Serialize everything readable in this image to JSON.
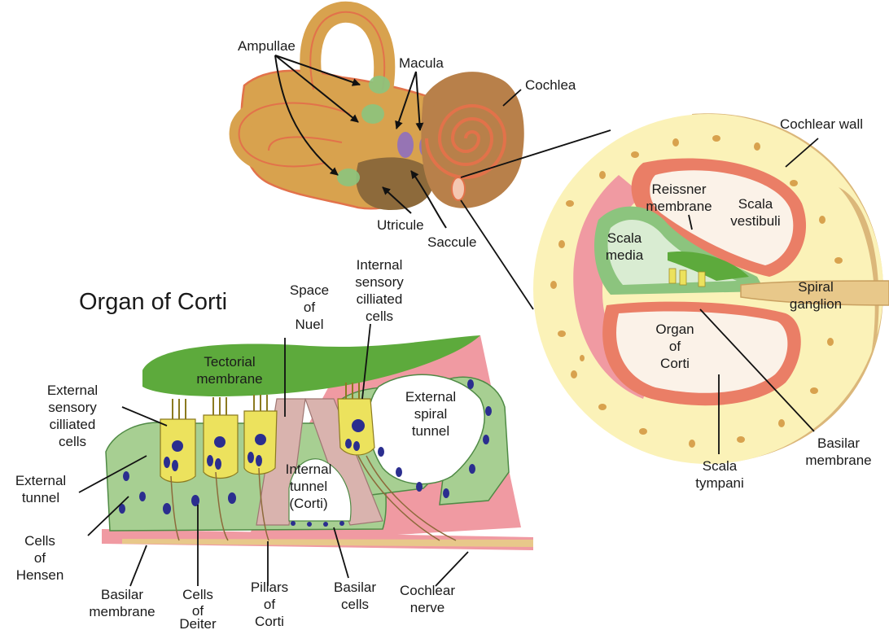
{
  "title": "Organ of Corti",
  "inner_ear": {
    "ampullae": "Ampullae",
    "macula": "Macula",
    "cochlea": "Cochlea",
    "utricule": "Utricule",
    "saccule": "Saccule"
  },
  "cross_section": {
    "cochlear_wall": "Cochlear wall",
    "reissner": [
      "Reissner",
      "membrane"
    ],
    "scala_vestibuli": [
      "Scala",
      "vestibuli"
    ],
    "scala_media": [
      "Scala",
      "media"
    ],
    "spiral_ganglion": [
      "Spiral",
      "ganglion"
    ],
    "organ_of_corti": [
      "Organ",
      "of",
      "Corti"
    ],
    "basilar_membrane": [
      "Basilar",
      "membrane"
    ],
    "scala_tympani": [
      "Scala",
      "tympani"
    ]
  },
  "corti": {
    "space_of_nuel": [
      "Space",
      "of",
      "Nuel"
    ],
    "internal_sensory": [
      "Internal",
      "sensory",
      "cilliated",
      "cells"
    ],
    "tectorial_membrane": [
      "Tectorial",
      "membrane"
    ],
    "external_sensory": [
      "External",
      "sensory",
      "cilliated",
      "cells"
    ],
    "external_spiral_tunnel": [
      "External",
      "spiral",
      "tunnel"
    ],
    "internal_tunnel": [
      "Internal",
      "tunnel",
      "(Corti)"
    ],
    "external_tunnel": [
      "External",
      "tunnel"
    ],
    "cells_of_hensen": [
      "Cells",
      "of",
      "Hensen"
    ],
    "basilar_membrane": [
      "Basilar",
      "membrane"
    ],
    "cells_of_deiter": [
      "Cells",
      "of",
      "Deiter"
    ],
    "pillars_of_corti": [
      "Pillars",
      "of",
      "Corti"
    ],
    "basilar_cells": [
      "Basilar",
      "cells"
    ],
    "cochlear_nerve": [
      "Cochlear",
      "nerve"
    ]
  },
  "colors": {
    "bone": "#d8a24e",
    "tissue_green": "#8cc47e",
    "tectorial": "#5daa3c",
    "cell_green": "#a7cf92",
    "hair_yellow": "#ece25d",
    "nucleus": "#2b2e8f",
    "pink": "#f09aa2",
    "cream": "#fbf2b8",
    "wall_tan": "#dbb77a",
    "salmon": "#ea7e66"
  }
}
